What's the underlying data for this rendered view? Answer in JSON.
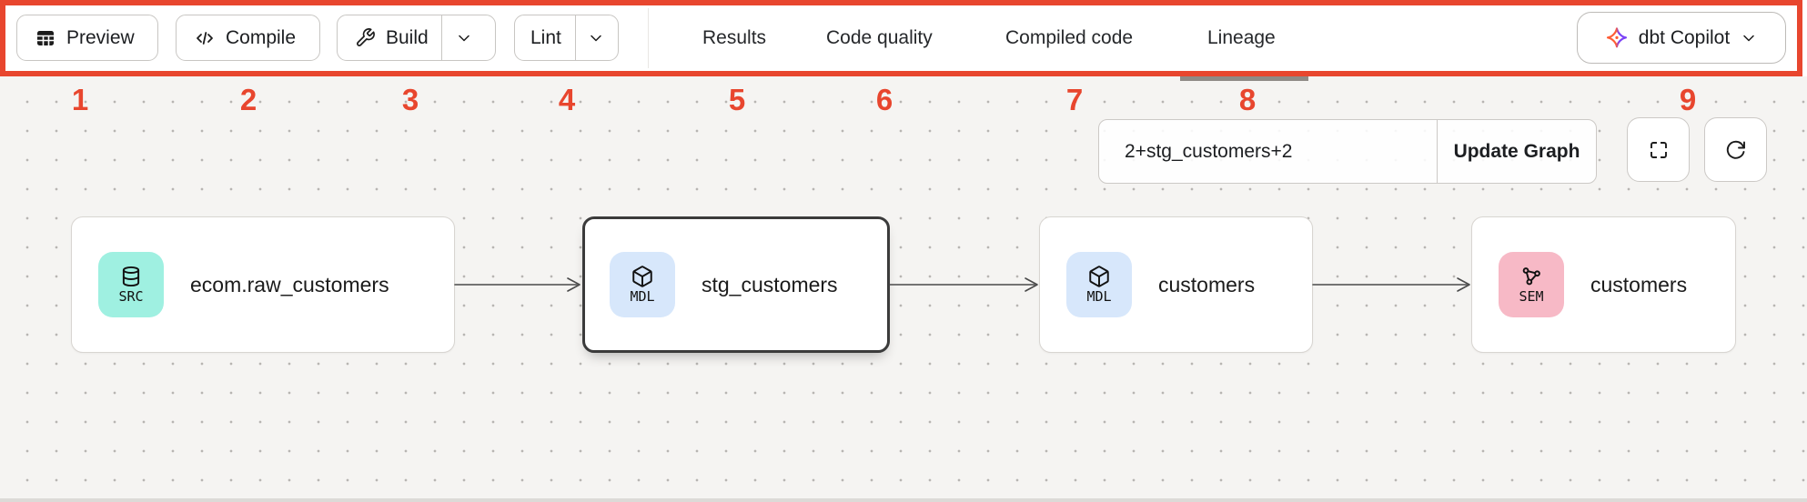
{
  "annotation": {
    "color": "#e8462e",
    "numbers": [
      "1",
      "2",
      "3",
      "4",
      "5",
      "6",
      "7",
      "8",
      "9"
    ]
  },
  "toolbar": {
    "preview_label": "Preview",
    "compile_label": "Compile",
    "build_label": "Build",
    "lint_label": "Lint",
    "tabs": [
      {
        "label": "Results"
      },
      {
        "label": "Code quality"
      },
      {
        "label": "Compiled code"
      },
      {
        "label": "Lineage"
      }
    ],
    "active_tab": "Lineage",
    "copilot_label": "dbt Copilot"
  },
  "lineage": {
    "selector_value": "2+stg_customers+2",
    "update_button_label": "Update Graph",
    "nodes": [
      {
        "badge": "SRC",
        "label": "ecom.raw_customers",
        "type": "source"
      },
      {
        "badge": "MDL",
        "label": "stg_customers",
        "type": "model",
        "selected": true
      },
      {
        "badge": "MDL",
        "label": "customers",
        "type": "model"
      },
      {
        "badge": "SEM",
        "label": "customers",
        "type": "semantic_model"
      }
    ],
    "badge_colors": {
      "SRC": "#9ff0e1",
      "MDL": "#d7e7fb",
      "SEM": "#f7b9c6"
    }
  }
}
